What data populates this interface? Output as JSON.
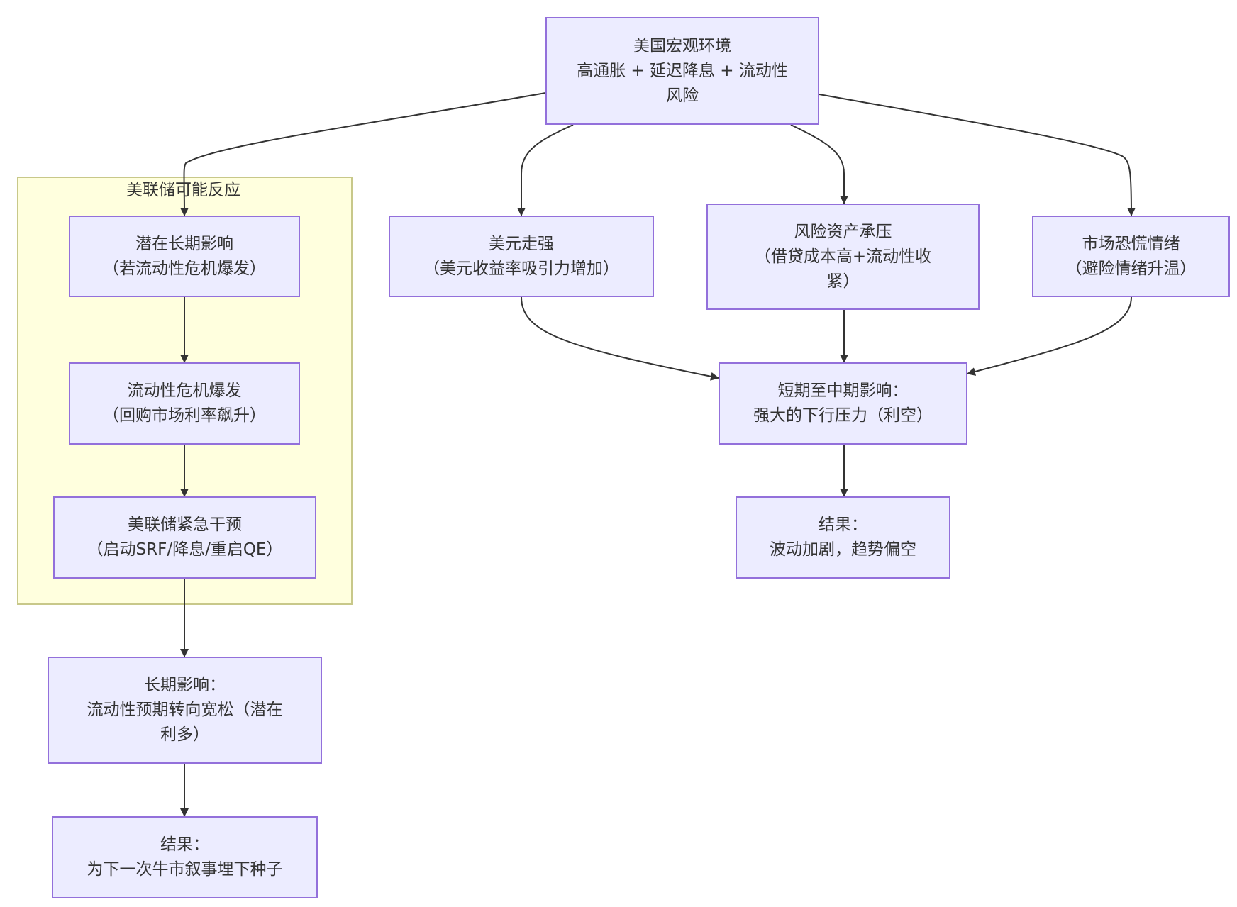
{
  "colors": {
    "node_fill": "#ececff",
    "node_border": "#9370db",
    "subgraph_fill": "#ffffde",
    "subgraph_border": "#c8c88a",
    "edge": "#333333",
    "text": "#333333"
  },
  "subgraph": {
    "title": "美联储可能反应"
  },
  "nodes": {
    "macro": {
      "lines": [
        "美国宏观环境",
        "高通胀 + 延迟降息 + 流动性",
        "风险"
      ]
    },
    "latent": {
      "lines": [
        "潜在长期影响",
        "（若流动性危机爆发）"
      ]
    },
    "usd": {
      "lines": [
        "美元走强",
        "（美元收益率吸引力增加）"
      ]
    },
    "risk_assets": {
      "lines": [
        "风险资产承压",
        "（借贷成本高+流动性收",
        "紧）"
      ]
    },
    "panic": {
      "lines": [
        "市场恐慌情绪",
        "（避险情绪升温）"
      ]
    },
    "liquidity_crisis": {
      "lines": [
        "流动性危机爆发",
        "（回购市场利率飙升）"
      ]
    },
    "short_mid": {
      "lines": [
        "短期至中期影响：",
        "强大的下行压力（利空）"
      ]
    },
    "fed_intervene": {
      "lines": [
        "美联储紧急干预",
        "（启动SRF/降息/重启QE）"
      ]
    },
    "result_short": {
      "lines": [
        "结果：",
        "波动加剧，趋势偏空"
      ]
    },
    "long_term": {
      "lines": [
        "长期影响：",
        "流动性预期转向宽松（潜在",
        "利多）"
      ]
    },
    "result_long": {
      "lines": [
        "结果：",
        "为下一次牛市叙事埋下种子"
      ]
    }
  },
  "edges": [
    [
      "macro",
      "latent"
    ],
    [
      "macro",
      "usd"
    ],
    [
      "macro",
      "risk_assets"
    ],
    [
      "macro",
      "panic"
    ],
    [
      "latent",
      "liquidity_crisis"
    ],
    [
      "liquidity_crisis",
      "fed_intervene"
    ],
    [
      "fed_intervene",
      "long_term"
    ],
    [
      "long_term",
      "result_long"
    ],
    [
      "usd",
      "short_mid"
    ],
    [
      "risk_assets",
      "short_mid"
    ],
    [
      "panic",
      "short_mid"
    ],
    [
      "short_mid",
      "result_short"
    ]
  ]
}
